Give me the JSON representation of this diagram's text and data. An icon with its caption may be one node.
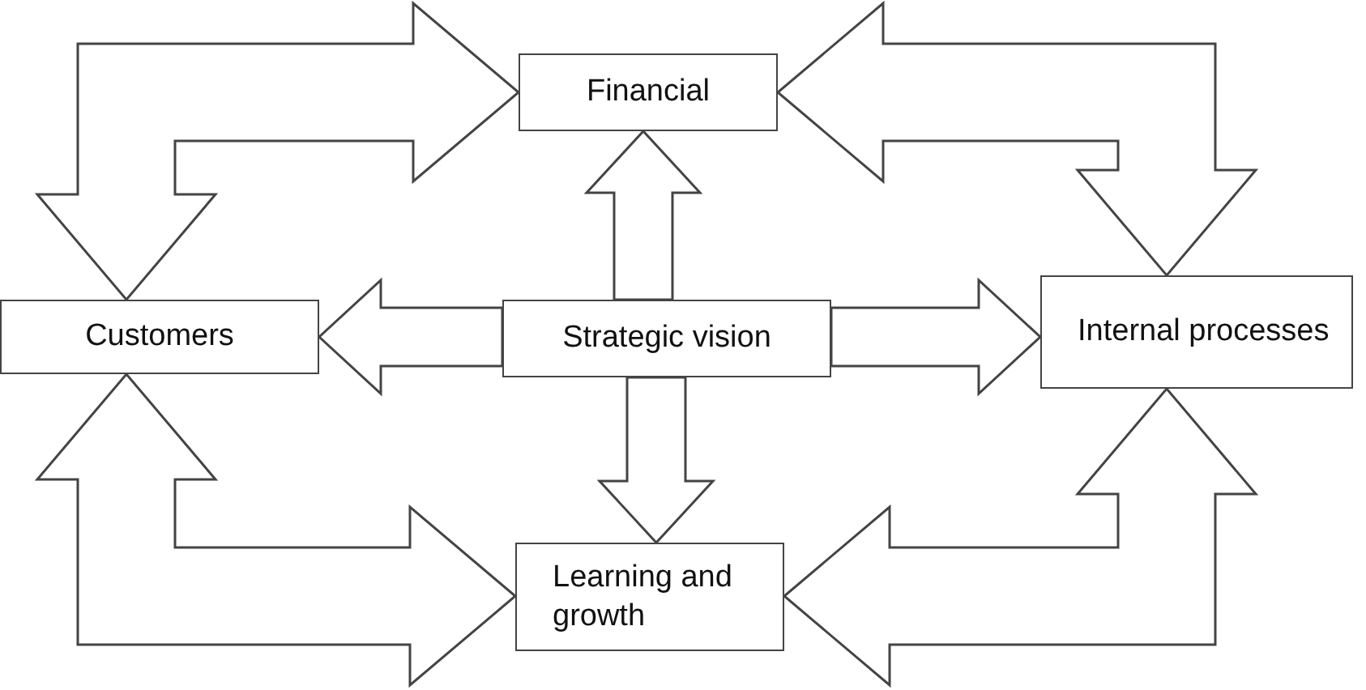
{
  "diagram": {
    "nodes": [
      {
        "text": [
          "Financial"
        ]
      },
      {
        "text": [
          "Customers"
        ]
      },
      {
        "text": [
          "Strategic vision"
        ]
      },
      {
        "text": [
          "Internal processes"
        ]
      },
      {
        "text": [
          "Learning and growth"
        ]
      }
    ],
    "edges": [
      {
        "from": 2,
        "to": 0,
        "arrow": "to"
      },
      {
        "from": 2,
        "to": 1,
        "arrow": "to"
      },
      {
        "from": 2,
        "to": 3,
        "arrow": "to"
      },
      {
        "from": 2,
        "to": 4,
        "arrow": "to"
      },
      {
        "from": 1,
        "to": 0,
        "arrow": "both"
      },
      {
        "from": 1,
        "to": 4,
        "arrow": "both"
      },
      {
        "from": 3,
        "to": 0,
        "arrow": "both"
      },
      {
        "from": 3,
        "to": 4,
        "arrow": "both"
      }
    ]
  }
}
